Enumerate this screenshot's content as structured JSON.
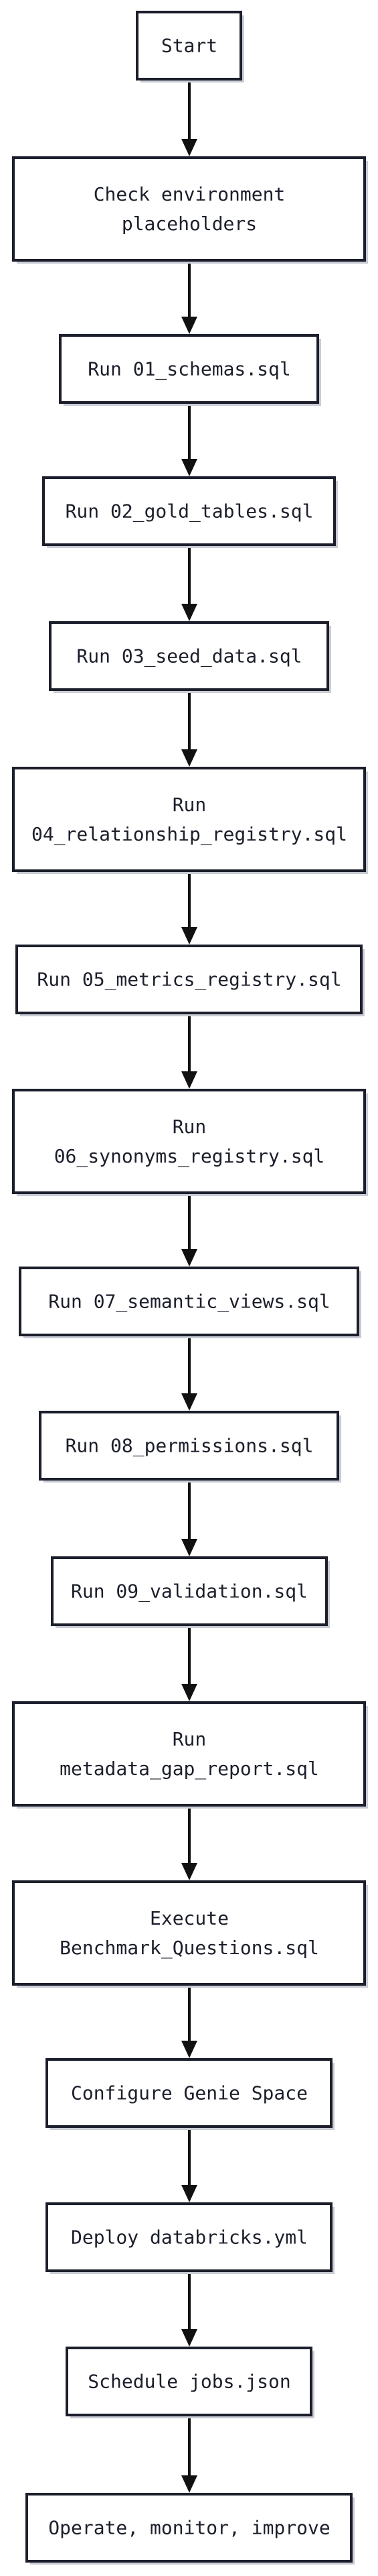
{
  "diagram": {
    "steps": [
      {
        "id": "start",
        "lines": [
          "Start"
        ]
      },
      {
        "id": "check-env",
        "lines": [
          "Check environment",
          "placeholders"
        ]
      },
      {
        "id": "run-01",
        "lines": [
          "Run 01_schemas.sql"
        ]
      },
      {
        "id": "run-02",
        "lines": [
          "Run 02_gold_tables.sql"
        ]
      },
      {
        "id": "run-03",
        "lines": [
          "Run 03_seed_data.sql"
        ]
      },
      {
        "id": "run-04",
        "lines": [
          "Run",
          "04_relationship_registry.sql"
        ]
      },
      {
        "id": "run-05",
        "lines": [
          "Run 05_metrics_registry.sql"
        ]
      },
      {
        "id": "run-06",
        "lines": [
          "Run",
          "06_synonyms_registry.sql"
        ]
      },
      {
        "id": "run-07",
        "lines": [
          "Run 07_semantic_views.sql"
        ]
      },
      {
        "id": "run-08",
        "lines": [
          "Run 08_permissions.sql"
        ]
      },
      {
        "id": "run-09",
        "lines": [
          "Run 09_validation.sql"
        ]
      },
      {
        "id": "run-gap",
        "lines": [
          "Run",
          "metadata_gap_report.sql"
        ]
      },
      {
        "id": "exec-bench",
        "lines": [
          "Execute",
          "Benchmark_Questions.sql"
        ]
      },
      {
        "id": "config-genie",
        "lines": [
          "Configure Genie Space"
        ]
      },
      {
        "id": "deploy",
        "lines": [
          "Deploy databricks.yml"
        ]
      },
      {
        "id": "schedule",
        "lines": [
          "Schedule jobs.json"
        ]
      },
      {
        "id": "operate",
        "lines": [
          "Operate, monitor, improve"
        ]
      }
    ],
    "colors": {
      "box_fill": "#ffffff",
      "box_stroke": "#1c1f2b",
      "box_shadow": "#c9ccd4",
      "arrow": "#111111",
      "text": "#1c1f2b"
    }
  }
}
